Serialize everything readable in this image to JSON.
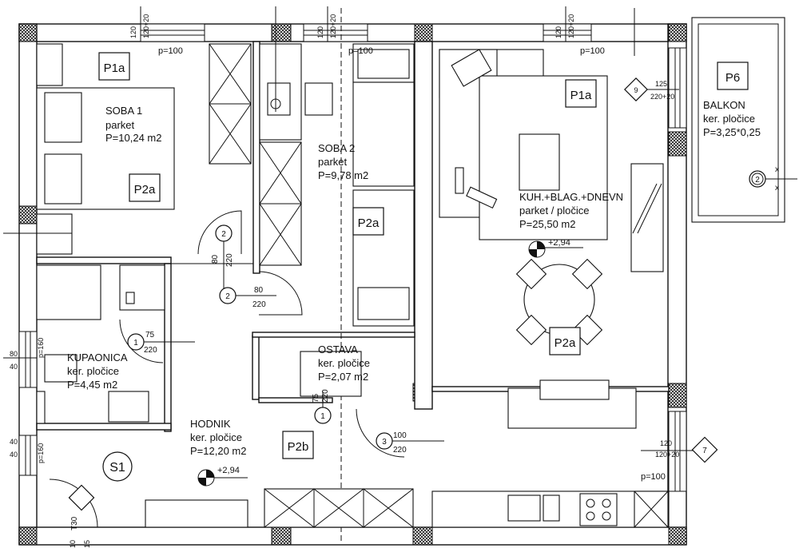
{
  "rooms": {
    "soba1": {
      "name": "SOBA 1",
      "floor": "parket",
      "area": "P=10,24 m2"
    },
    "soba2": {
      "name": "SOBA 2",
      "floor": "parket",
      "area": "P=9,78 m2"
    },
    "kuhinja": {
      "name": "KUH.+BLAG.+DNEVN",
      "floor": "parket / pločice",
      "area": "P=25,50 m2"
    },
    "balkon": {
      "name": "BALKON",
      "floor": "ker. pločice",
      "area": "P=3,25*0,25"
    },
    "kupaonica": {
      "name": "KUPAONICA",
      "floor": "ker. pločice",
      "area": "P=4,45 m2"
    },
    "ostava": {
      "name": "OSTAVA",
      "floor": "ker. pločice",
      "area": "P=2,07 m2"
    },
    "hodnik": {
      "name": "HODNIK",
      "floor": "ker. pločice",
      "area": "P=12,20 m2"
    }
  },
  "tags": {
    "p1a_soba1": "P1a",
    "p2a_soba1": "P2a",
    "p2a_soba2": "P2a",
    "p1a_living": "P1a",
    "p2a_living": "P2a",
    "p6": "P6",
    "p2b": "P2b",
    "s1": "S1"
  },
  "parapets": {
    "soba1": "p=100",
    "soba2": "p=100",
    "living": "p=100",
    "kitchen": "p=100"
  },
  "levels": {
    "living": "+2,94",
    "hall": "+2,94"
  },
  "doors": {
    "d2a": {
      "num": "2",
      "w": "80",
      "h": "220"
    },
    "d2b": {
      "num": "2",
      "w": "80",
      "h": "220"
    },
    "d1a": {
      "num": "1",
      "w": "75",
      "h": "220"
    },
    "d1b": {
      "num": "1",
      "w": "75",
      "h": "220"
    },
    "d3": {
      "num": "3",
      "w": "100",
      "h": "220"
    },
    "entrance": {
      "label": "T30"
    }
  },
  "windows": {
    "w9": {
      "num": "9",
      "w": "125",
      "h": "220+20"
    },
    "w7": {
      "num": "7",
      "w": "120",
      "h": "120+20"
    },
    "balkon2": {
      "num": "2"
    }
  },
  "wall_dims": {
    "top1": [
      "120",
      "120+20"
    ],
    "top2": [
      "120",
      "120+20"
    ],
    "top3": [
      "120",
      "120+20"
    ],
    "left1": [
      "80",
      "40"
    ],
    "left1b": "p=160",
    "left2": [
      "40",
      "40"
    ],
    "left2b": "p=160",
    "bottom": [
      "10",
      "15"
    ]
  }
}
